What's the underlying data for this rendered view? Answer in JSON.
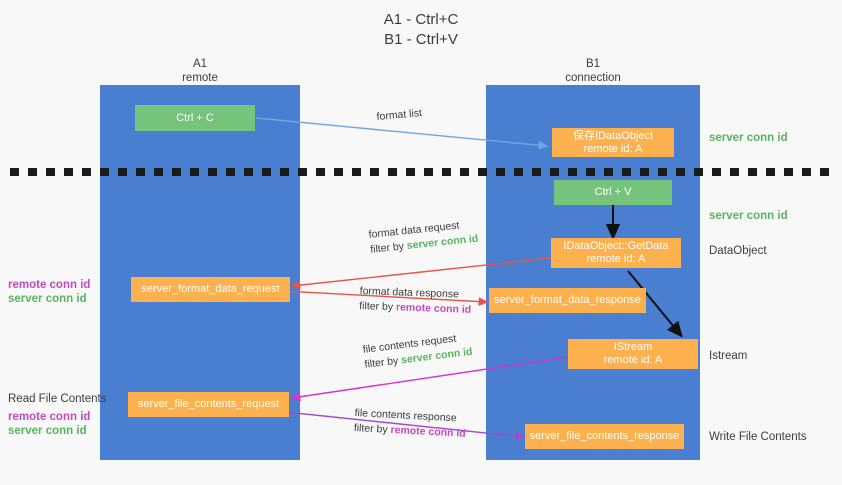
{
  "title": {
    "line1": "A1 - Ctrl+C",
    "line2": "B1 - Ctrl+V"
  },
  "lanes": [
    {
      "name": "A1",
      "sub": "remote"
    },
    {
      "name": "B1",
      "sub": "connection"
    }
  ],
  "boxes": {
    "ctrl_c": "Ctrl + C",
    "ctrl_v": "Ctrl + V",
    "idataobject": {
      "line1": "保存IDataObject",
      "line2": "remote id: A"
    },
    "getdata": {
      "line1": "IDataObject::GetData",
      "line2": "remote id: A"
    },
    "istream": {
      "line1": "IStream",
      "line2": "remote id: A"
    },
    "server_format_data_request": "server_format_data_request",
    "server_format_data_response": "server_format_data_response",
    "server_file_contents_request": "server_file_contents_request",
    "server_file_contents_response": "server_file_contents_response"
  },
  "arrow_labels": {
    "format_list": "format list",
    "format_data_request": {
      "line1": "format data request",
      "prefix": "filter by ",
      "conn": "server conn id"
    },
    "format_data_response": {
      "line1": "format data response",
      "prefix": "filter by ",
      "conn": "remote conn id"
    },
    "file_contents_request": {
      "line1": "file contents request",
      "prefix": "filter by ",
      "conn": "server conn id"
    },
    "file_contents_response": {
      "line1": "file contents response",
      "prefix": "filter by ",
      "conn": "remote conn id"
    }
  },
  "right_notes": {
    "server_conn_id_top": "server conn id",
    "server_conn_id_mid": "server conn id",
    "dataobject": "DataObject",
    "istream": "Istream",
    "write_file_contents": "Write File Contents"
  },
  "left_notes": {
    "remote_conn_id_1": "remote conn id",
    "server_conn_id_1": "server conn id",
    "read_file_contents": "Read File Contents",
    "remote_conn_id_2": "remote conn id",
    "server_conn_id_2": "server conn id"
  },
  "colors": {
    "lane": "#4a7ed0",
    "green_box": "#76c47c",
    "orange_box": "#fcb04e",
    "green_text": "#57b45f",
    "purple_text": "#c24ac2",
    "arrow_blue": "#6aa8e0",
    "arrow_red": "#e8544a",
    "arrow_magenta": "#d633cf",
    "arrow_purple": "#a64ac9",
    "arrow_black": "#111111",
    "divider": "#1b1b1b",
    "background": "#f8f8f8"
  }
}
